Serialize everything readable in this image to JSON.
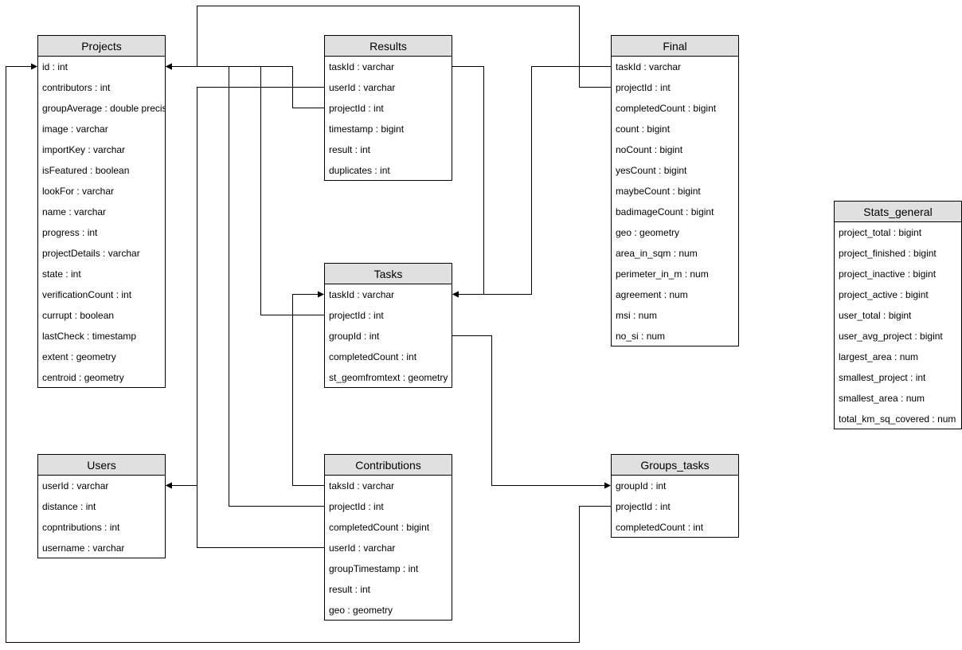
{
  "entities": {
    "projects": {
      "title": "Projects",
      "fields": [
        "id : int",
        "contributors : int",
        "groupAverage : double precision",
        "image : varchar",
        "importKey : varchar",
        "isFeatured : boolean",
        "lookFor : varchar",
        "name : varchar",
        "progress : int",
        "projectDetails : varchar",
        "state : int",
        "verificationCount : int",
        "currupt : boolean",
        "lastCheck : timestamp",
        "extent : geometry",
        "centroid : geometry"
      ]
    },
    "results": {
      "title": "Results",
      "fields": [
        "taskId : varchar",
        "userId : varchar",
        "projectId : int",
        "timestamp : bigint",
        "result : int",
        "duplicates : int"
      ]
    },
    "final": {
      "title": "Final",
      "fields": [
        "taskId : varchar",
        "projectId : int",
        "completedCount : bigint",
        "count : bigint",
        "noCount : bigint",
        "yesCount : bigint",
        "maybeCount : bigint",
        "badimageCount : bigint",
        "geo : geometry",
        "area_in_sqm : num",
        "perimeter_in_m : num",
        "agreement : num",
        "msi : num",
        "no_si : num"
      ]
    },
    "tasks": {
      "title": "Tasks",
      "fields": [
        "taskId : varchar",
        "projectId : int",
        "groupId : int",
        "completedCount : int",
        "st_geomfromtext : geometry"
      ]
    },
    "users": {
      "title": "Users",
      "fields": [
        "userId : varchar",
        "distance : int",
        "copntributions : int",
        "username : varchar"
      ]
    },
    "contributions": {
      "title": "Contributions",
      "fields": [
        "taksId : varchar",
        "projectId : int",
        "completedCount : bigint",
        "userId : varchar",
        "groupTimestamp : int",
        "result : int",
        "geo : geometry"
      ]
    },
    "groups_tasks": {
      "title": "Groups_tasks",
      "fields": [
        "groupId : int",
        "projectId : int",
        "completedCount : int"
      ]
    },
    "stats_general": {
      "title": "Stats_general",
      "fields": [
        "project_total : bigint",
        "project_finished : bigint",
        "project_inactive : bigint",
        "project_active : bigint",
        "user_total : bigint",
        "user_avg_project : bigint",
        "largest_area : num",
        "smallest_project : int",
        "smallest_area : num",
        "total_km_sq_covered : num"
      ]
    }
  },
  "relationships": [
    {
      "from": "results.userId",
      "to": "users.userId"
    },
    {
      "from": "results.projectId",
      "to": "projects.id"
    },
    {
      "from": "results.taskId",
      "to": "tasks.taskId"
    },
    {
      "from": "final.taskId",
      "to": "tasks.taskId"
    },
    {
      "from": "final.projectId",
      "to": "projects.id"
    },
    {
      "from": "tasks.projectId",
      "to": "projects.id"
    },
    {
      "from": "tasks.groupId",
      "to": "groups_tasks.groupId"
    },
    {
      "from": "contributions.taksId",
      "to": "tasks.taskId"
    },
    {
      "from": "contributions.projectId",
      "to": "projects.id"
    },
    {
      "from": "contributions.userId",
      "to": "users.userId"
    },
    {
      "from": "groups_tasks.projectId",
      "to": "projects.id"
    }
  ]
}
